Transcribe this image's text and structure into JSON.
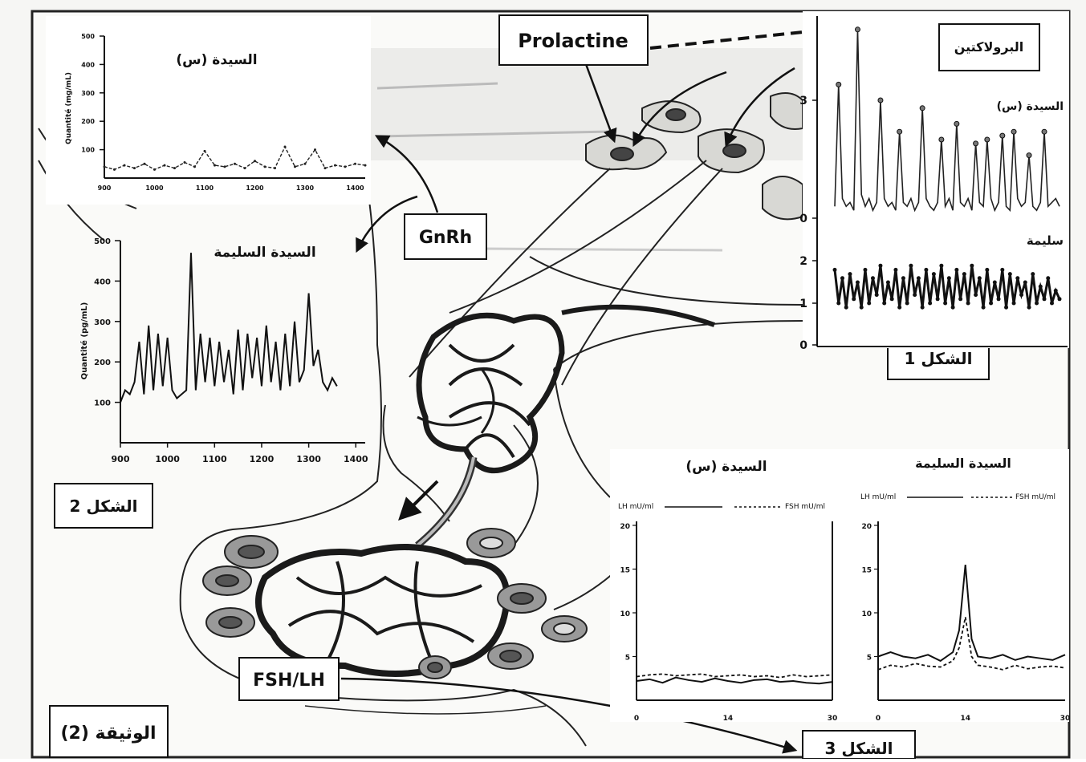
{
  "labels": {
    "prolactine": "Prolactine",
    "gnrh": "GnRh",
    "fsh_lh": "FSH/LH",
    "document": "الوثيقة (2)",
    "fig1": "الشكل 1",
    "fig2": "الشكل 2",
    "fig3": "الشكل 3"
  },
  "fig1": {
    "title": "البرولاكتين",
    "series_a": "السيدة (س)",
    "series_b": "سليمة",
    "yticks": [
      "0",
      "1",
      "2",
      "0",
      "3"
    ]
  },
  "fig2_top": {
    "title": "السيدة (س)",
    "ylabel": "Quantité (mg/mL)",
    "yticks": [
      "100",
      "200",
      "300",
      "400",
      "500"
    ],
    "xticks": [
      "900",
      "1000",
      "1100",
      "1200",
      "1300",
      "1400"
    ]
  },
  "fig2_bottom": {
    "title": "السيدة السليمة",
    "ylabel": "Quantité (pg/mL)",
    "yticks": [
      "100",
      "200",
      "300",
      "400",
      "500"
    ],
    "xticks": [
      "900",
      "1000",
      "1100",
      "1200",
      "1300",
      "1400"
    ]
  },
  "fig3": {
    "left_title": "السيدة (س)",
    "right_title": "السيدة السليمة",
    "legend_lh": "LH mU/ml",
    "legend_fsh": "FSH mU/ml",
    "yticks": [
      "5",
      "10",
      "15",
      "20"
    ],
    "xticks": [
      "0",
      "14",
      "30"
    ]
  },
  "chart_data": [
    {
      "type": "line",
      "id": "fig1",
      "series": [
        {
          "name": "السيدة (س)",
          "x": [
            0,
            1,
            2,
            3,
            4,
            5,
            6,
            7,
            8,
            9,
            10,
            11,
            12,
            13,
            14,
            15,
            16,
            17,
            18,
            19,
            20,
            21,
            22,
            23,
            24,
            25,
            26,
            27,
            28,
            29,
            30,
            31,
            32,
            33,
            34,
            35,
            36,
            37,
            38,
            39,
            40,
            41,
            42,
            43,
            44,
            45,
            46,
            47,
            48,
            49,
            50,
            51,
            52,
            53,
            54,
            55,
            56,
            57,
            58,
            59
          ],
          "values": [
            0.3,
            3.4,
            0.5,
            0.3,
            0.4,
            0.2,
            4.8,
            0.6,
            0.3,
            0.5,
            0.2,
            0.4,
            3.0,
            0.5,
            0.3,
            0.4,
            0.2,
            2.2,
            0.4,
            0.3,
            0.5,
            0.2,
            0.4,
            2.8,
            0.5,
            0.3,
            0.2,
            0.4,
            2.0,
            0.3,
            0.5,
            0.2,
            2.4,
            0.4,
            0.3,
            0.5,
            0.2,
            1.9,
            0.4,
            0.3,
            2.0,
            0.5,
            0.2,
            0.4,
            2.1,
            0.3,
            0.2,
            2.2,
            0.5,
            0.3,
            0.4,
            1.6,
            0.3,
            0.2,
            0.4,
            2.2,
            0.3,
            0.4,
            0.5,
            0.3
          ]
        },
        {
          "name": "سليمة",
          "x": [
            0,
            1,
            2,
            3,
            4,
            5,
            6,
            7,
            8,
            9,
            10,
            11,
            12,
            13,
            14,
            15,
            16,
            17,
            18,
            19,
            20,
            21,
            22,
            23,
            24,
            25,
            26,
            27,
            28,
            29,
            30,
            31,
            32,
            33,
            34,
            35,
            36,
            37,
            38,
            39,
            40,
            41,
            42,
            43,
            44,
            45,
            46,
            47,
            48,
            49,
            50,
            51,
            52,
            53,
            54,
            55,
            56,
            57,
            58,
            59
          ],
          "values": [
            1.8,
            1.0,
            1.6,
            0.9,
            1.7,
            1.1,
            1.5,
            0.9,
            1.8,
            1.0,
            1.6,
            1.2,
            1.9,
            1.0,
            1.5,
            1.1,
            1.8,
            0.9,
            1.6,
            1.0,
            1.9,
            1.2,
            1.6,
            0.9,
            1.8,
            1.0,
            1.7,
            1.1,
            1.9,
            1.0,
            1.6,
            0.9,
            1.8,
            1.1,
            1.7,
            1.0,
            1.9,
            1.2,
            1.6,
            0.9,
            1.8,
            1.0,
            1.5,
            1.1,
            1.8,
            0.9,
            1.7,
            1.0,
            1.6,
            1.2,
            1.5,
            0.9,
            1.7,
            1.0,
            1.4,
            1.1,
            1.6,
            1.0,
            1.3,
            1.1
          ]
        }
      ]
    },
    {
      "type": "line",
      "id": "fig2_top",
      "xlim": [
        900,
        1420
      ],
      "ylim": [
        0,
        500
      ],
      "series": [
        {
          "name": "السيدة (س)",
          "x": [
            900,
            920,
            940,
            960,
            980,
            1000,
            1020,
            1040,
            1060,
            1080,
            1100,
            1120,
            1140,
            1160,
            1180,
            1200,
            1220,
            1240,
            1260,
            1280,
            1300,
            1320,
            1340,
            1360,
            1380,
            1400,
            1420
          ],
          "values": [
            40,
            30,
            45,
            35,
            50,
            30,
            45,
            35,
            55,
            40,
            95,
            45,
            40,
            50,
            35,
            60,
            40,
            35,
            110,
            40,
            50,
            100,
            35,
            45,
            40,
            50,
            45
          ]
        }
      ]
    },
    {
      "type": "line",
      "id": "fig2_bottom",
      "xlim": [
        900,
        1420
      ],
      "ylim": [
        0,
        500
      ],
      "series": [
        {
          "name": "السيدة السليمة",
          "x": [
            900,
            910,
            920,
            930,
            940,
            950,
            960,
            970,
            980,
            990,
            1000,
            1010,
            1020,
            1030,
            1040,
            1050,
            1060,
            1070,
            1080,
            1090,
            1100,
            1110,
            1120,
            1130,
            1140,
            1150,
            1160,
            1170,
            1180,
            1190,
            1200,
            1210,
            1220,
            1230,
            1240,
            1250,
            1260,
            1270,
            1280,
            1290,
            1300,
            1310,
            1320,
            1330,
            1340,
            1350,
            1360
          ],
          "values": [
            100,
            130,
            120,
            150,
            250,
            120,
            290,
            130,
            270,
            140,
            260,
            130,
            110,
            120,
            130,
            470,
            130,
            270,
            150,
            260,
            140,
            250,
            150,
            230,
            120,
            280,
            130,
            270,
            160,
            260,
            140,
            290,
            150,
            250,
            130,
            270,
            140,
            300,
            150,
            180,
            370,
            190,
            230,
            150,
            130,
            160,
            140
          ]
        }
      ]
    },
    {
      "type": "line",
      "id": "fig3_left",
      "title": "السيدة (س)",
      "xlim": [
        0,
        30
      ],
      "ylim": [
        0,
        20
      ],
      "series": [
        {
          "name": "LH mU/ml",
          "x": [
            0,
            2,
            4,
            6,
            8,
            10,
            12,
            14,
            16,
            18,
            20,
            22,
            24,
            26,
            28,
            30
          ],
          "values": [
            2.2,
            2.4,
            2.0,
            2.6,
            2.3,
            2.1,
            2.5,
            2.2,
            2.0,
            2.3,
            2.4,
            2.1,
            2.2,
            2.0,
            1.9,
            2.1
          ]
        },
        {
          "name": "FSH mU/ml",
          "x": [
            0,
            2,
            4,
            6,
            8,
            10,
            12,
            14,
            16,
            18,
            20,
            22,
            24,
            26,
            28,
            30
          ],
          "values": [
            2.7,
            2.9,
            3.0,
            2.8,
            2.9,
            3.0,
            2.7,
            2.8,
            2.9,
            2.7,
            2.8,
            2.6,
            2.9,
            2.7,
            2.8,
            2.9
          ]
        }
      ]
    },
    {
      "type": "line",
      "id": "fig3_right",
      "title": "السيدة السليمة",
      "xlim": [
        0,
        30
      ],
      "ylim": [
        0,
        20
      ],
      "series": [
        {
          "name": "LH",
          "x": [
            0,
            2,
            4,
            6,
            8,
            10,
            12,
            13,
            14,
            15,
            16,
            18,
            20,
            22,
            24,
            26,
            28,
            30
          ],
          "values": [
            5,
            5.5,
            5,
            4.8,
            5.2,
            4.5,
            5.5,
            8,
            15.5,
            7,
            5,
            4.8,
            5.2,
            4.6,
            5.0,
            4.8,
            4.6,
            5.2
          ]
        },
        {
          "name": "FSH",
          "x": [
            0,
            2,
            4,
            6,
            8,
            10,
            12,
            13,
            14,
            15,
            16,
            18,
            20,
            22,
            24,
            26,
            28,
            30
          ],
          "values": [
            3.5,
            4,
            3.8,
            4.2,
            3.9,
            3.8,
            4.5,
            6,
            9.5,
            5,
            4,
            3.8,
            3.5,
            4,
            3.6,
            3.8,
            3.9,
            3.7
          ]
        }
      ]
    }
  ]
}
